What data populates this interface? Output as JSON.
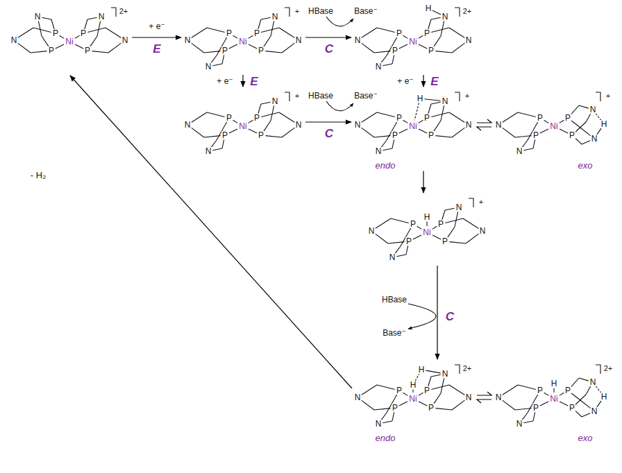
{
  "diagram": {
    "nodes": [
      {
        "text": [
          "2+",
          "N",
          "N",
          "P",
          "P",
          "Ni",
          "P",
          "P",
          "N",
          "N"
        ]
      },
      {
        "text": [
          "+",
          "N",
          "N",
          "P",
          "P",
          "Ni",
          "P",
          "P",
          "N",
          "N"
        ]
      },
      {
        "text": [
          "2+",
          "N",
          "N",
          "P",
          "P",
          "Ni",
          "P",
          "P",
          "N",
          "N",
          "H"
        ]
      },
      {
        "text": [
          "+",
          "N",
          "N",
          "P",
          "P",
          "Ni",
          "P",
          "P",
          "N",
          "N"
        ]
      },
      {
        "text": [
          "+",
          "N",
          "N",
          "P",
          "P",
          "Ni",
          "P",
          "P",
          "N",
          "N",
          "H",
          "endo"
        ]
      },
      {
        "text": [
          "+",
          "N",
          "N",
          "P",
          "P",
          "Ni",
          "P",
          "P",
          "N",
          "N",
          "H",
          "exo"
        ]
      },
      {
        "text": [
          "+",
          "N",
          "N",
          "P",
          "P",
          "Ni",
          "P",
          "P",
          "N",
          "N",
          "H"
        ]
      },
      {
        "text": [
          "2+",
          "N",
          "N",
          "P",
          "P",
          "Ni",
          "P",
          "P",
          "N",
          "N",
          "H",
          "H",
          "endo"
        ]
      },
      {
        "text": [
          "2+",
          "N",
          "N",
          "P",
          "P",
          "Ni",
          "P",
          "P",
          "N",
          "N",
          "H",
          "H",
          "exo"
        ]
      }
    ],
    "edges": [
      {
        "from": 0,
        "to": 1,
        "arrow": "to",
        "label": "E"
      },
      {
        "from": 1,
        "to": 2,
        "arrow": "to",
        "label": "C"
      },
      {
        "from": 1,
        "to": 3,
        "arrow": "to",
        "label": "E"
      },
      {
        "from": 2,
        "to": 4,
        "arrow": "to",
        "label": "E"
      },
      {
        "from": 3,
        "to": 4,
        "arrow": "to",
        "label": "C"
      },
      {
        "from": 4,
        "to": 5,
        "arrow": "both"
      },
      {
        "from": 4,
        "to": 6,
        "arrow": "to"
      },
      {
        "from": 6,
        "to": 7,
        "arrow": "to",
        "label": "C"
      },
      {
        "from": 7,
        "to": 8,
        "arrow": "both"
      },
      {
        "from": 7,
        "to": 0,
        "arrow": "to",
        "label": "- H₂"
      }
    ],
    "labels": [
      "+ e⁻",
      "HBase",
      "Base⁻",
      "+ e⁻",
      "+ e⁻",
      "HBase",
      "Base⁻",
      "HBase",
      "Base⁻"
    ]
  }
}
